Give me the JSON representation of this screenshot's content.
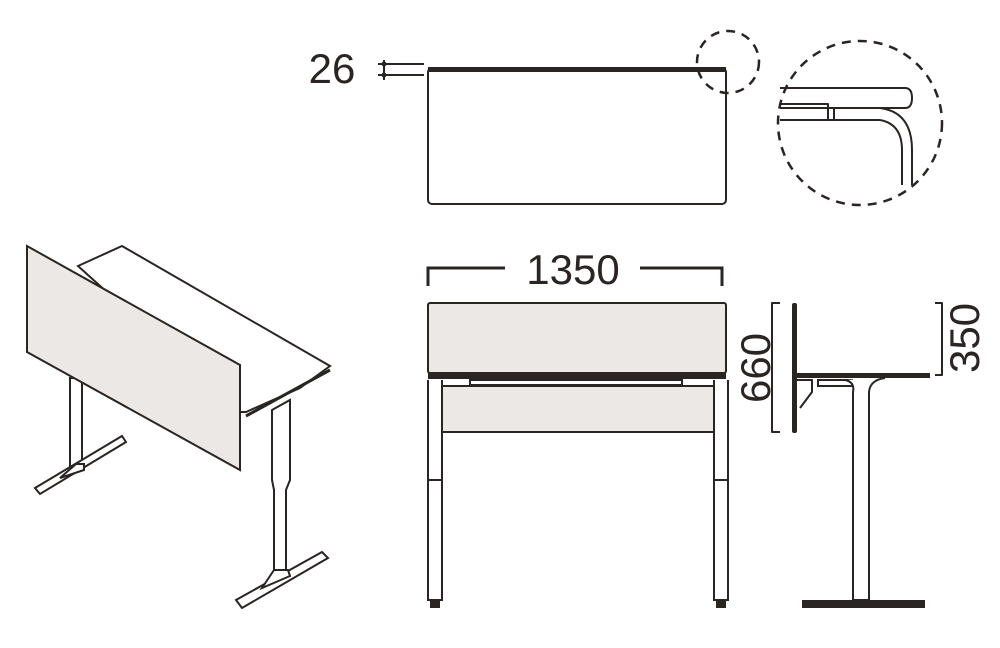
{
  "drawing": {
    "dimensions": {
      "top_thickness": "26",
      "width": "1350",
      "panel_height_total": "660",
      "panel_height_above_top": "350"
    },
    "colors": {
      "line": "#2a2422",
      "panel": "#ebe8e5"
    }
  }
}
